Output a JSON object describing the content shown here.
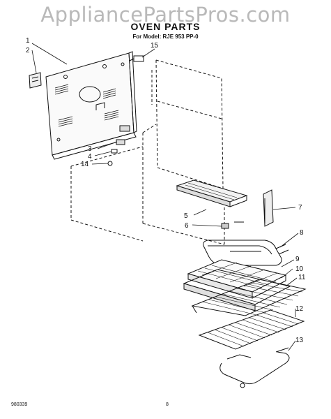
{
  "header": {
    "watermark": "AppliancePartsPros.com",
    "title": "OVEN PARTS",
    "model_line": "For Model: RJE 953 PP-0"
  },
  "footer": {
    "doc_number": "980339",
    "page_number": "8"
  },
  "callouts": [
    {
      "key": "p1",
      "label": "1"
    },
    {
      "key": "p2",
      "label": "2"
    },
    {
      "key": "p3",
      "label": "3"
    },
    {
      "key": "p4",
      "label": "4"
    },
    {
      "key": "p5",
      "label": "5"
    },
    {
      "key": "p6",
      "label": "6"
    },
    {
      "key": "p7",
      "label": "7"
    },
    {
      "key": "p8",
      "label": "8"
    },
    {
      "key": "p9",
      "label": "9"
    },
    {
      "key": "p10",
      "label": "10"
    },
    {
      "key": "p11",
      "label": "11"
    },
    {
      "key": "p12",
      "label": "12"
    },
    {
      "key": "p13",
      "label": "13"
    },
    {
      "key": "p14",
      "label": "14"
    },
    {
      "key": "p15",
      "label": "15"
    }
  ]
}
